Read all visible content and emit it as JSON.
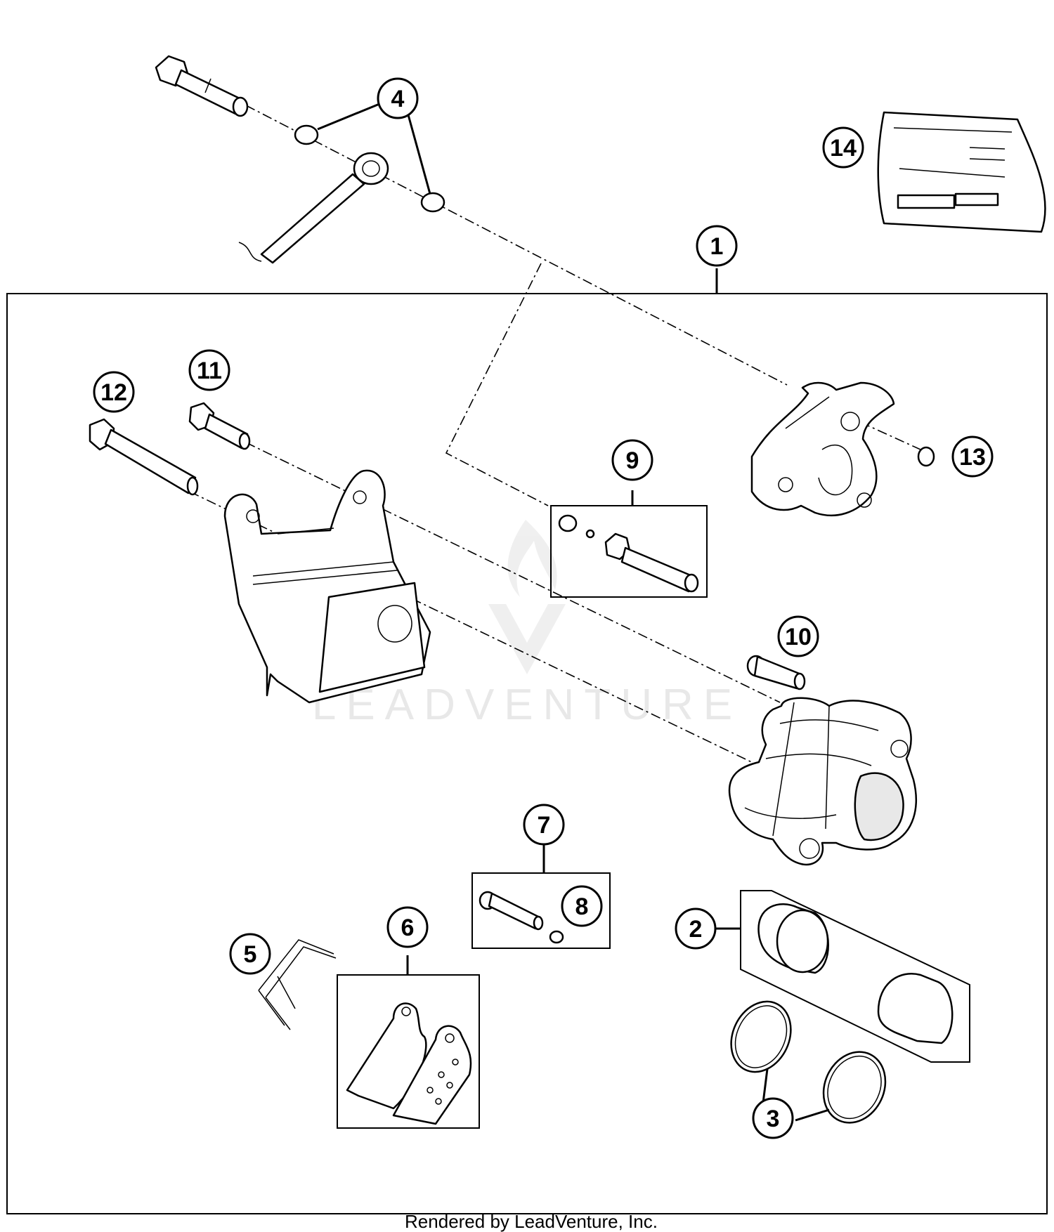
{
  "diagram": {
    "watermark": "LEADVENTURE",
    "footer": "Rendered by LeadVenture, Inc.",
    "callouts": [
      "1",
      "2",
      "3",
      "4",
      "5",
      "6",
      "7",
      "8",
      "9",
      "10",
      "11",
      "12",
      "13",
      "14"
    ]
  }
}
